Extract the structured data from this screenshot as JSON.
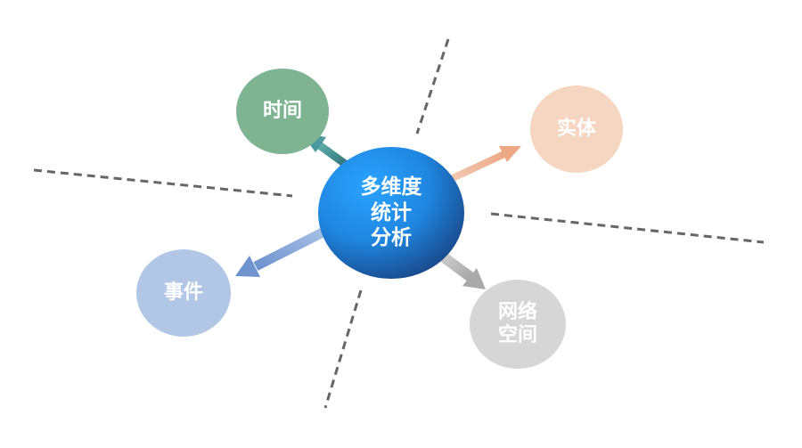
{
  "center": {
    "label_lines": [
      "多维度",
      "统计",
      "分析"
    ]
  },
  "nodes": {
    "time": {
      "label": "时间",
      "color": "#7fb493"
    },
    "entity": {
      "label": "实体",
      "color": "#f6d5c1"
    },
    "event": {
      "label": "事件",
      "color": "#b2c7e5"
    },
    "cyberspace": {
      "label_lines": [
        "网络",
        "空间"
      ],
      "color": "#d6d6d6"
    }
  },
  "colors": {
    "center_gradient_light": "#2aa3ff",
    "center_gradient_dark": "#1a4a8c",
    "arrow_time": "#4f9a9a",
    "arrow_entity": "#f0b89a",
    "arrow_event": "#8aa8d8",
    "arrow_cyberspace": "#bdbdbd",
    "divider": "#666666"
  }
}
